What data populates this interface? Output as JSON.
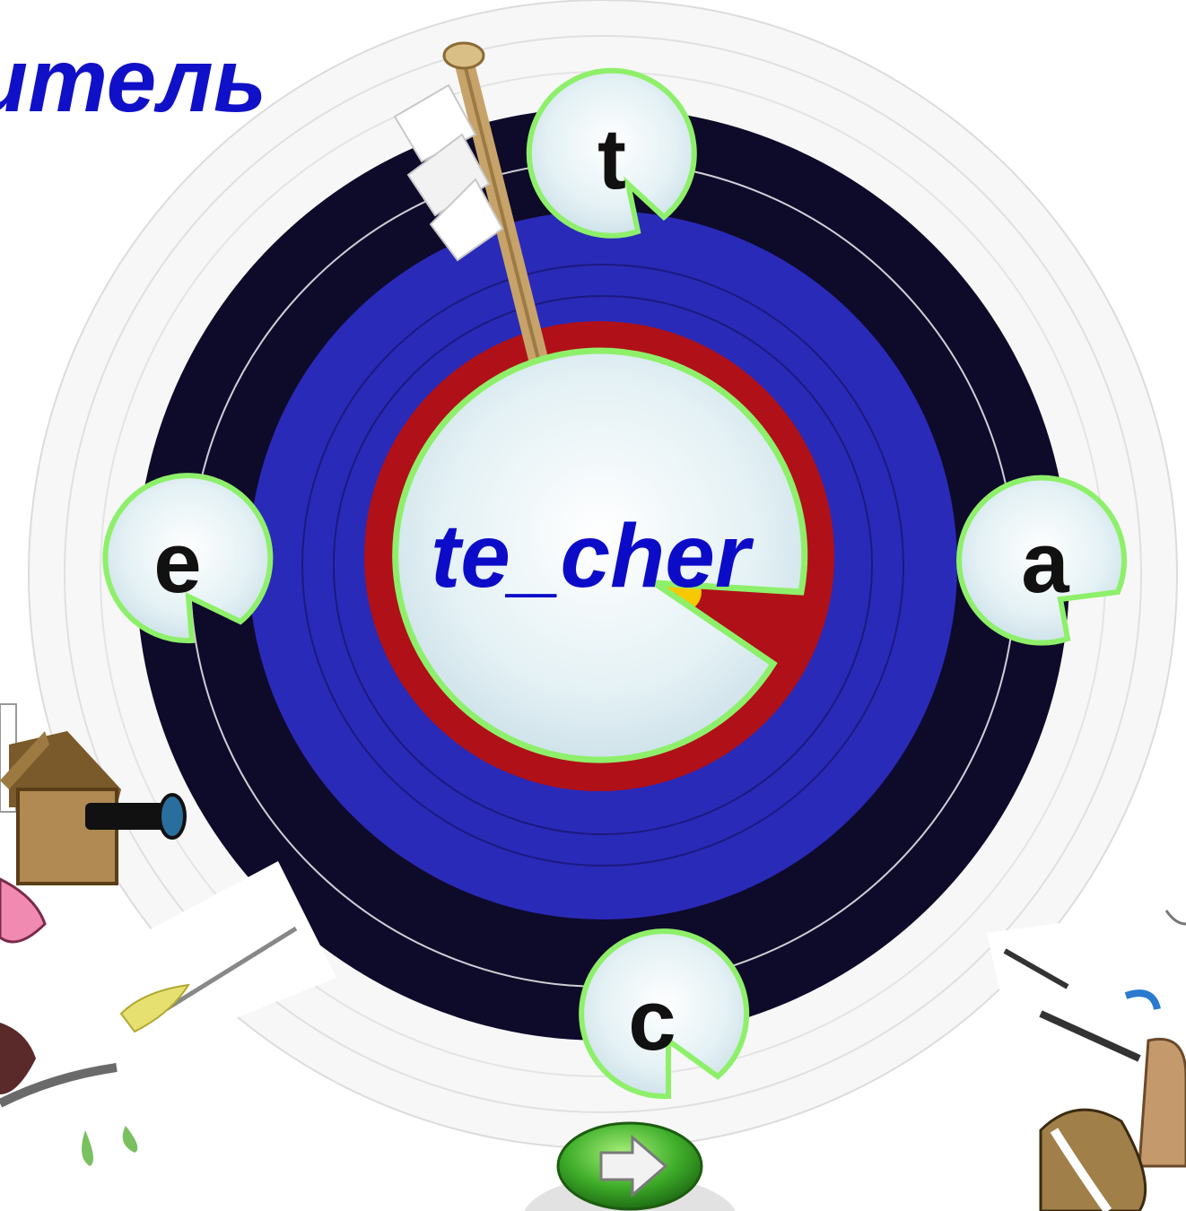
{
  "title": "итель",
  "word": "te_cher",
  "options": [
    {
      "letter": "t"
    },
    {
      "letter": "e"
    },
    {
      "letter": "a"
    },
    {
      "letter": "c"
    }
  ],
  "icons": {
    "next": "arrow-right-icon",
    "arrow": "arrow-icon"
  },
  "colors": {
    "title": "#1010c8",
    "word": "#0c0cc8",
    "bubble_border": "#8ef06a",
    "target_dark": "#0e0a2a",
    "target_blue": "#2a2ab8",
    "target_red": "#b01018",
    "button": "#3fae2a"
  }
}
